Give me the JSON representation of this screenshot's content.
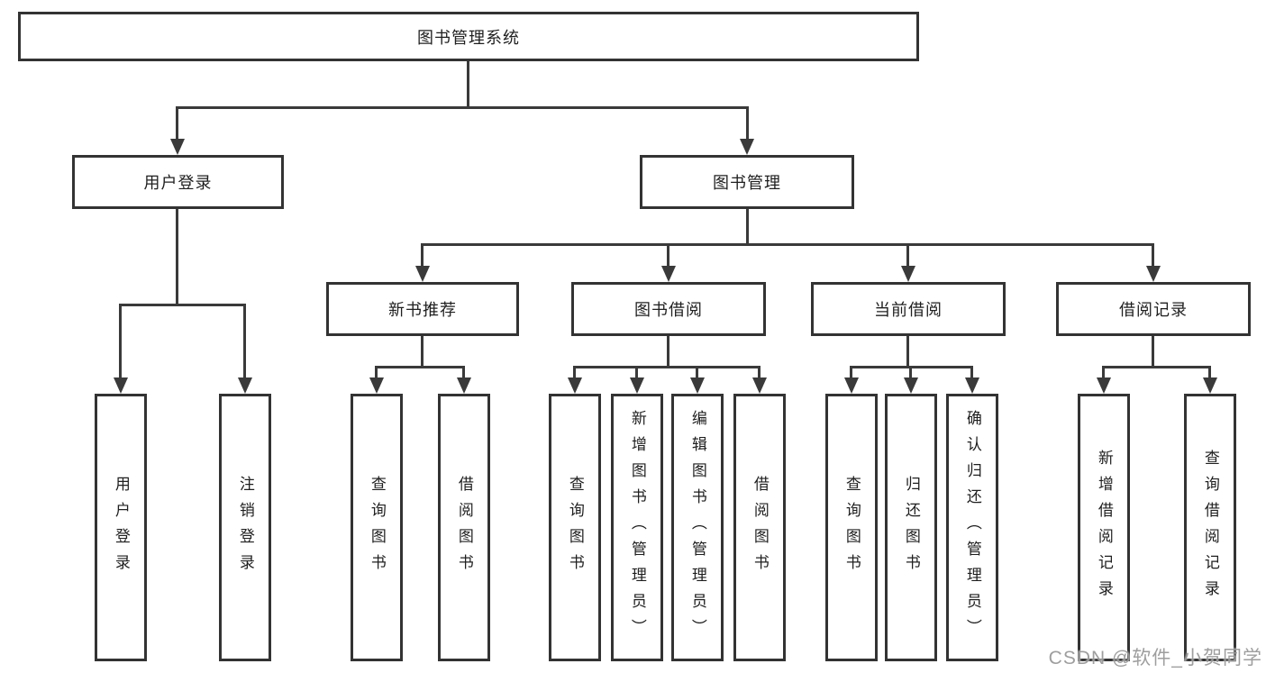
{
  "colors": {
    "background": "#ffffff",
    "box_border": "#333333",
    "connector_line": "#3a3a3a",
    "text": "#1f1f1f",
    "watermark": "#949494"
  },
  "tree": {
    "root": {
      "label": "图书管理系统"
    },
    "branches": [
      {
        "label": "用户登录",
        "leaves": [
          {
            "label": "用户登录"
          },
          {
            "label": "注销登录"
          }
        ]
      },
      {
        "label": "图书管理",
        "groups": [
          {
            "label": "新书推荐",
            "leaves": [
              {
                "label": "查询图书"
              },
              {
                "label": "借阅图书"
              }
            ]
          },
          {
            "label": "图书借阅",
            "leaves": [
              {
                "label": "查询图书"
              },
              {
                "label": "新增图书（管理员）"
              },
              {
                "label": "编辑图书（管理员）"
              },
              {
                "label": "借阅图书"
              }
            ]
          },
          {
            "label": "当前借阅",
            "leaves": [
              {
                "label": "查询图书"
              },
              {
                "label": "归还图书"
              },
              {
                "label": "确认归还（管理员）"
              }
            ]
          },
          {
            "label": "借阅记录",
            "leaves": [
              {
                "label": "新增借阅记录"
              },
              {
                "label": "查询借阅记录"
              }
            ]
          }
        ]
      }
    ]
  },
  "watermark": {
    "text": "CSDN @软件_小贺同学"
  }
}
